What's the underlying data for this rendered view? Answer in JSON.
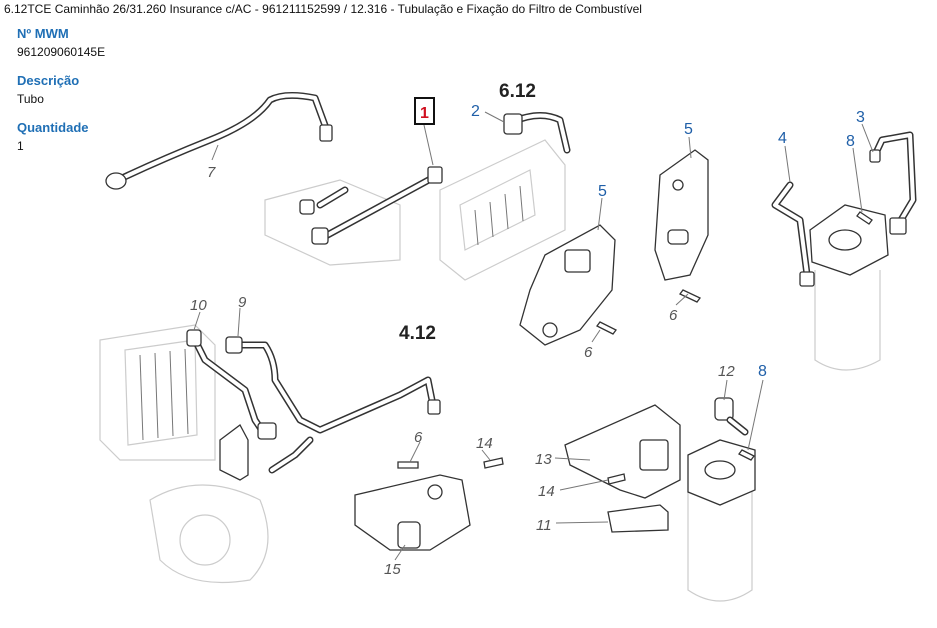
{
  "header": {
    "title": "6.12TCE Caminhão 26/31.260 Insurance c/AC - 961211152599  /  12.316 - Tubulação e Fixação do Filtro de Combustível"
  },
  "details": {
    "mwm_label": "Nº MWM",
    "mwm_value": "961209060145E",
    "description_label": "Descrição",
    "description_value": "Tubo",
    "quantity_label": "Quantidade",
    "quantity_value": "1"
  },
  "diagram": {
    "section_labels": {
      "s612": "6.12",
      "s412": "4.12"
    },
    "selected_callout": "1",
    "callouts_blue": {
      "c2": "2",
      "c3": "3",
      "c4": "4",
      "c5a": "5",
      "c5b": "5",
      "c8a": "8",
      "c8b": "8"
    },
    "callouts_grey": {
      "c7": "7",
      "c6a": "6",
      "c6b": "6",
      "c6c": "6",
      "c9": "9",
      "c10": "10",
      "c11": "11",
      "c12": "12",
      "c13": "13",
      "c14a": "14",
      "c14b": "14",
      "c15": "15"
    },
    "colors": {
      "label_blue": "#1f6fb5",
      "callout_blue": "#1f5fa8",
      "selected_red": "#d01020"
    }
  }
}
